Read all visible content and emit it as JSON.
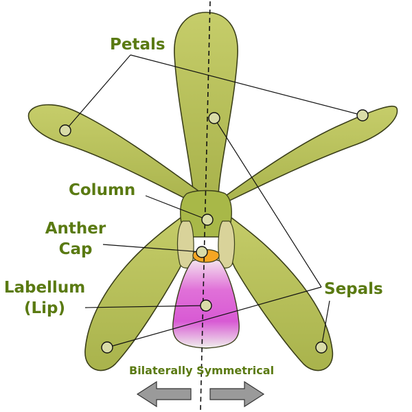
{
  "labels": {
    "petals": "Petals",
    "column": "Column",
    "anther_line1": "Anther",
    "anther_line2": "Cap",
    "labellum_line1": "Labellum",
    "labellum_line2": "(Lip)",
    "sepals": "Sepals",
    "symmetry": "Bilaterally Symmetrical"
  },
  "colors": {
    "label_text": "#5a7a12",
    "petal_fill": "#b8c15a",
    "petal_edge": "#3b3f1a",
    "lip_white": "#f2f2ee",
    "lip_pink": "#d65ad6",
    "anther_orange": "#f5a623",
    "marker_fill": "#d9dca8",
    "arrow_fill": "#9a9a9a"
  }
}
